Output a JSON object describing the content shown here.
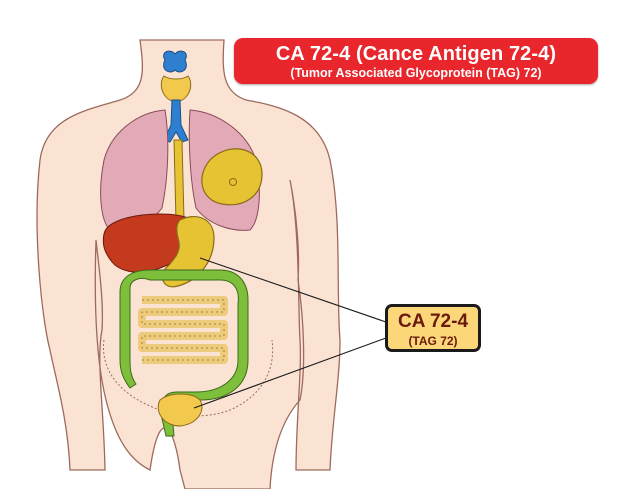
{
  "title": {
    "main": "CA 72-4 (Cance Antigen 72-4)",
    "subtitle": "(Tumor Associated Glycoprotein (TAG) 72)"
  },
  "marker_label": {
    "name": "CA 72-4",
    "alias": "(TAG 72)"
  },
  "colors": {
    "title_banner": "#e8262b",
    "marker_fill": "#fbd77a",
    "marker_text": "#6b1a0c",
    "skin": "#fbe3d4",
    "lungs": "#e2aab7",
    "liver": "#c33a1e",
    "stomach": "#e6c332",
    "intestine": "#7dbf3a",
    "small_intestine": "#eecb7c",
    "trachea": "#2f7fd0",
    "thyroid": "#f2c94c",
    "bladder": "#f2c94c"
  },
  "organs": [
    "thyroid-icon",
    "trachea-icon",
    "lungs-icon",
    "heart-icon",
    "liver-icon",
    "stomach-icon",
    "large-intestine-icon",
    "small-intestine-icon",
    "bladder-icon"
  ]
}
